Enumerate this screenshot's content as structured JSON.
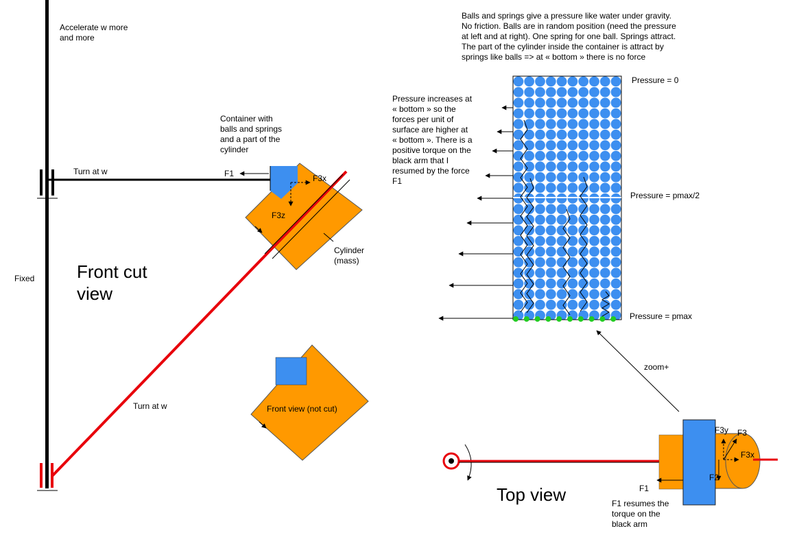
{
  "labels": {
    "accelerate": "Accelerate w more\nand more",
    "turn_top": "Turn at w",
    "fixed": "Fixed",
    "front_cut_view": "Front cut\nview",
    "container": "Container with\nballs and springs\nand a part of the\ncylinder",
    "cylinder": "Cylinder\n(mass)",
    "turn_arm": "Turn at w",
    "front_view": "Front view (not cut)",
    "top_view": "Top view",
    "f1_resumes": "F1 resumes the\ntorque on the\nblack arm",
    "zoom": "zoom+",
    "balls_note": "Balls and springs give a pressure like water under gravity.\nNo friction. Balls are in random position (need the pressure\nat left and at right). One spring for one ball. Springs attract.\nThe part of the cylinder inside the container is attract by\nsprings like balls => at « bottom » there is no force",
    "pressure_note": "Pressure increases at\n« bottom » so the\nforces per unit of\nsurface are higher at\n« bottom ». There is a\npositive torque on the\nblack arm that I\nresumed by the force\nF1",
    "pressure_0": "Pressure = 0",
    "pressure_half": "Pressure = pmax/2",
    "pressure_max": "Pressure = pmax"
  },
  "forces": {
    "f1_front": "F1",
    "f3x_front": "F3x",
    "f3z_front": "F3z",
    "f3y_top": "F3y",
    "f3_top": "F3",
    "f3x_top": "F3x",
    "f2_top": "F2",
    "f1_top": "F1"
  },
  "colors": {
    "arm_black": "#000000",
    "arm_red": "#e8000b",
    "container_blue": "#3d8ff0",
    "cylinder_orange": "#ff9900",
    "ball_blue": "#3d8ff0",
    "ball_green": "#22cc22"
  }
}
